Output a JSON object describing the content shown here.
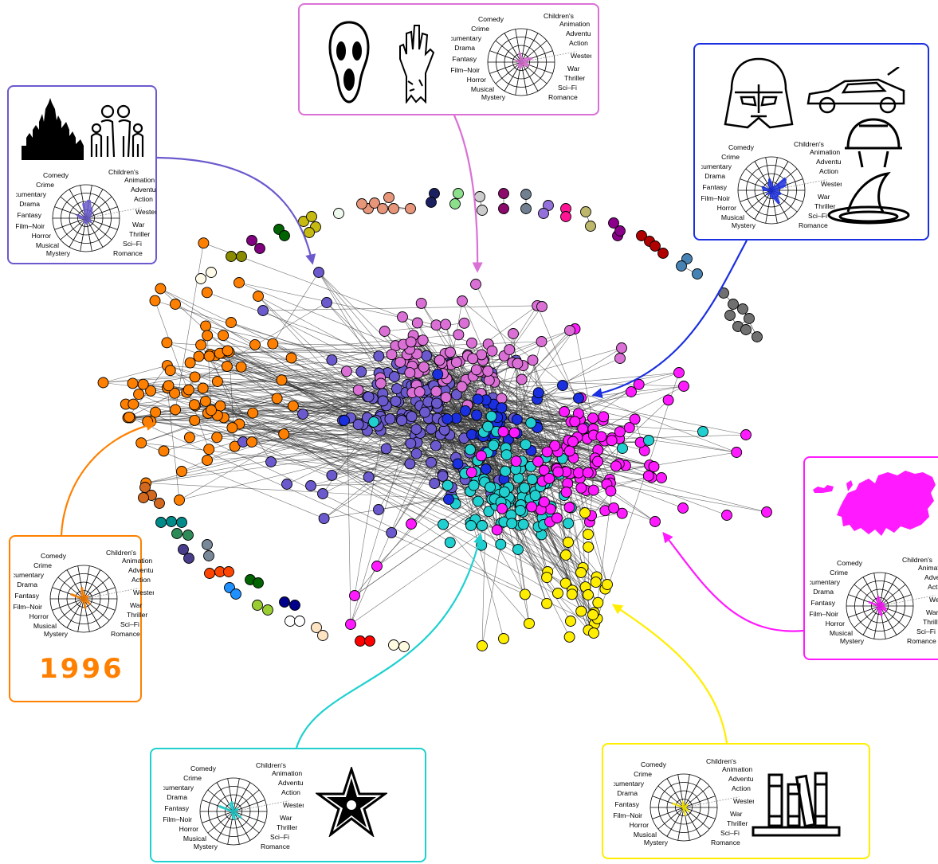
{
  "genres": [
    "Children's",
    "Animation",
    "Adventure",
    "Action",
    "Western",
    "War",
    "Thriller",
    "Sci–Fi",
    "Romance",
    "Mystery",
    "Musical",
    "Horror",
    "Film–Noir",
    "Fantasy",
    "Drama",
    "Documentary",
    "Crime",
    "Comedy"
  ],
  "clusters": [
    {
      "id": "purple",
      "color": "#6a5acd",
      "icons": [
        "castle-icon",
        "family-icon"
      ]
    },
    {
      "id": "orchid",
      "color": "#da70d6",
      "icons": [
        "scream-mask-icon",
        "zombie-hand-icon"
      ]
    },
    {
      "id": "blue",
      "color": "#1a2fe0",
      "icons": [
        "darth-vader-helmet-icon",
        "delorean-car-icon",
        "army-helmet-icon",
        "shark-fin-icon"
      ]
    },
    {
      "id": "orange",
      "color": "#ff8000",
      "icons": [],
      "year": "1996"
    },
    {
      "id": "magenta",
      "color": "#ff1aff",
      "icons": [
        "europe-map-icon"
      ]
    },
    {
      "id": "cyan",
      "color": "#20d0d0",
      "icons": [
        "walk-of-fame-star-icon"
      ]
    },
    {
      "id": "yellow",
      "color": "#ffee00",
      "icons": [
        "bookshelf-icon"
      ]
    }
  ]
}
